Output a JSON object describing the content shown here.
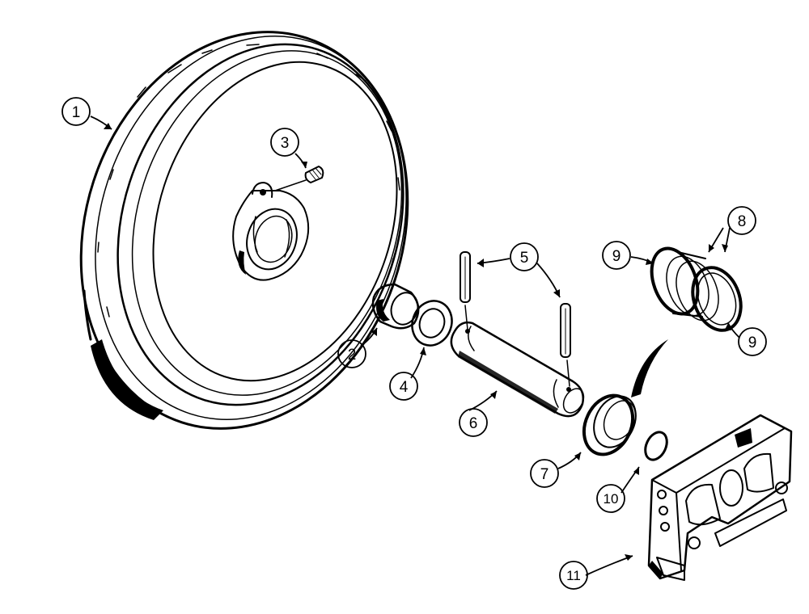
{
  "diagram": {
    "callouts": [
      {
        "id": "c1",
        "label": "1"
      },
      {
        "id": "c2",
        "label": "2"
      },
      {
        "id": "c3",
        "label": "3"
      },
      {
        "id": "c4",
        "label": "4"
      },
      {
        "id": "c5",
        "label": "5"
      },
      {
        "id": "c6",
        "label": "6"
      },
      {
        "id": "c7",
        "label": "7"
      },
      {
        "id": "c8",
        "label": "8"
      },
      {
        "id": "c9a",
        "label": "9"
      },
      {
        "id": "c9b",
        "label": "9"
      },
      {
        "id": "c10",
        "label": "10"
      },
      {
        "id": "c11",
        "label": "11"
      }
    ]
  }
}
